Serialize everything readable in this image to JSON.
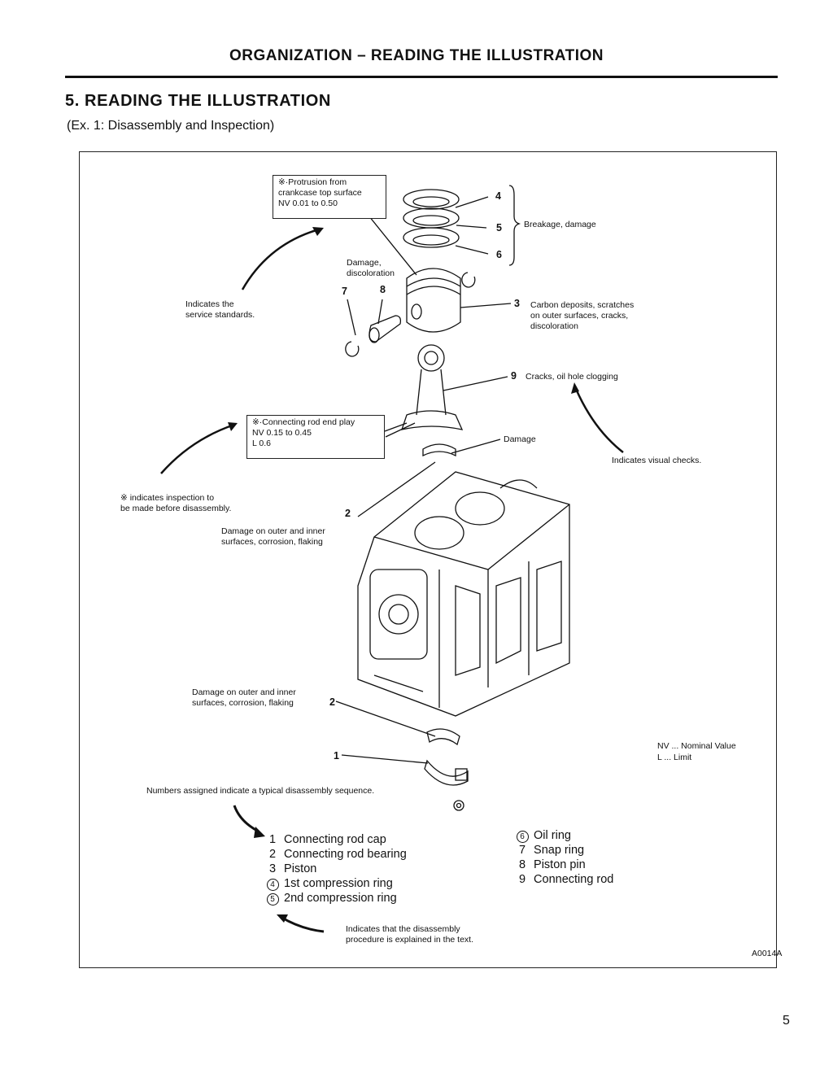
{
  "header": {
    "title": "ORGANIZATION – READING THE ILLUSTRATION"
  },
  "section": {
    "title": "5. READING THE ILLUSTRATION",
    "subtitle": "(Ex. 1: Disassembly and Inspection)"
  },
  "callouts": {
    "protrusion": {
      "line1": "※·Protrusion from",
      "line2": "crankcase top surface",
      "line3": "NV 0.01 to 0.50"
    },
    "end_play": {
      "line1": "※·Connecting rod end play",
      "line2": "NV 0.15 to 0.45",
      "line3": "L 0.6"
    }
  },
  "annotations": {
    "service_standards": {
      "line1": "Indicates the",
      "line2": "service standards."
    },
    "breakage": "Breakage, damage",
    "damage_discolor": {
      "line1": "Damage,",
      "line2": "discoloration"
    },
    "carbon": {
      "line1": "Carbon deposits, scratches",
      "line2": "on outer surfaces, cracks,",
      "line3": "discoloration"
    },
    "cracks": "Cracks, oil hole clogging",
    "damage": "Damage",
    "visual_checks": "Indicates visual checks.",
    "before_disassembly": {
      "line1": "※ indicates inspection to",
      "line2": "be made before disassembly."
    },
    "bearing_upper": {
      "line1": "Damage on outer and inner",
      "line2": "surfaces, corrosion, flaking"
    },
    "bearing_lower": {
      "line1": "Damage on outer and inner",
      "line2": "surfaces, corrosion, flaking"
    },
    "sequence_note": "Numbers assigned indicate a typical disassembly sequence.",
    "nv_line": "NV ... Nominal Value",
    "l_line": "L ... Limit",
    "text_procedure": {
      "line1": "Indicates that the disassembly",
      "line2": "procedure is explained in the text."
    },
    "figure_id": "A0014A"
  },
  "numbers": {
    "n1": "1",
    "n2a": "2",
    "n2b": "2",
    "n3": "3",
    "n4": "4",
    "n5": "5",
    "n6": "6",
    "n7": "7",
    "n8": "8",
    "n9": "9"
  },
  "legend_left": [
    {
      "num": "1",
      "label": "Connecting rod cap"
    },
    {
      "num": "2",
      "label": "Connecting rod bearing"
    },
    {
      "num": "3",
      "label": "Piston"
    },
    {
      "num": "4",
      "label": "1st compression ring"
    },
    {
      "num": "5",
      "label": "2nd compression ring"
    }
  ],
  "legend_right": [
    {
      "num": "6",
      "label": "Oil ring"
    },
    {
      "num": "7",
      "label": "Snap ring"
    },
    {
      "num": "8",
      "label": "Piston pin"
    },
    {
      "num": "9",
      "label": "Connecting rod"
    }
  ],
  "page_number": "5"
}
